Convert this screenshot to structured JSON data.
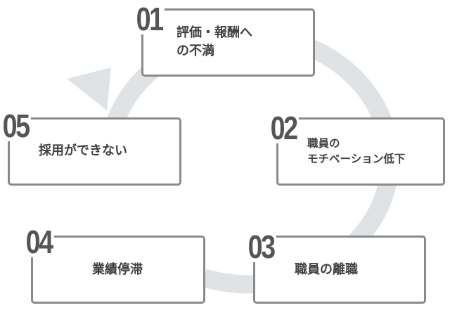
{
  "colors": {
    "cycle_arrow": "#dfe3e6",
    "box_border": "#8a8a8a",
    "number_text": "#555555",
    "label_text": "#404040"
  },
  "steps": [
    {
      "number": "01",
      "label": "評価・報酬へ\nの不満"
    },
    {
      "number": "02",
      "label": "職員の\nモチベーション低下"
    },
    {
      "number": "03",
      "label": "職員の離職"
    },
    {
      "number": "04",
      "label": "業績停滞"
    },
    {
      "number": "05",
      "label": "採用ができない"
    }
  ]
}
